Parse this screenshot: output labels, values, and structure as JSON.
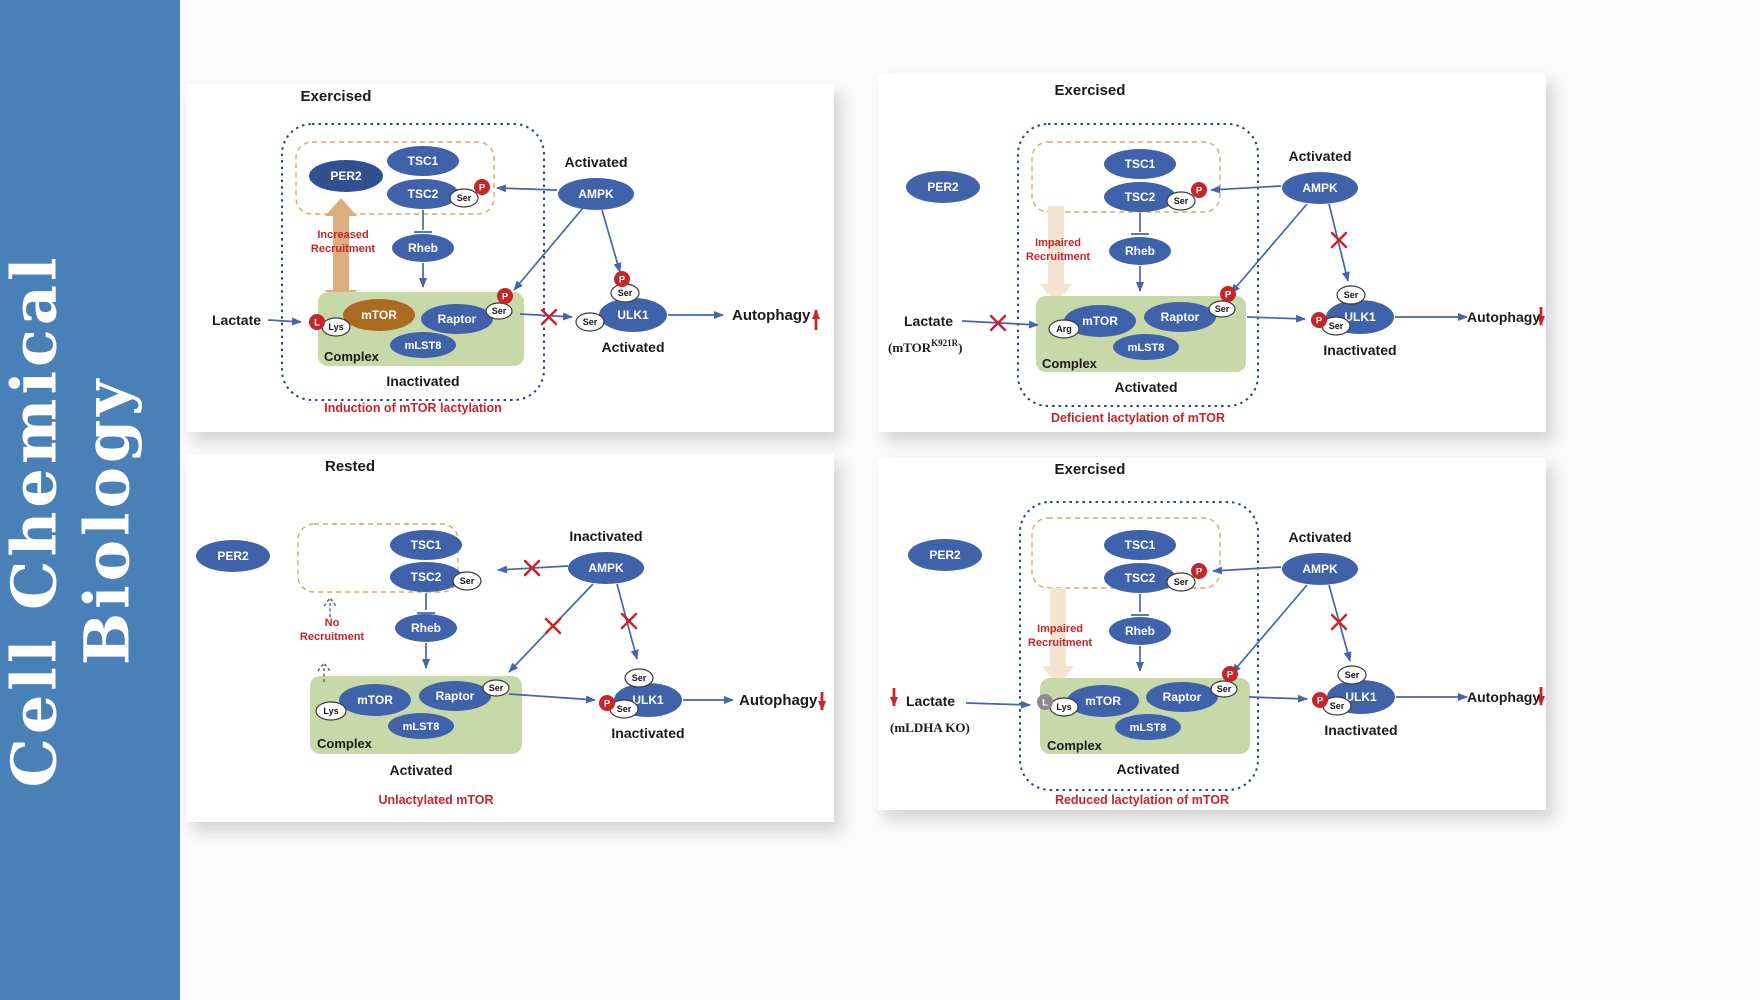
{
  "sidebar": {
    "journal_line1": "Cell Chemical",
    "journal_line2": "Biology",
    "bg_color": "#4a80b8"
  },
  "colors": {
    "protein_blue": "#3f62ab",
    "per2_navy": "#31508f",
    "mtor_brown": "#aa6a20",
    "complex_green": "#c8d9a9",
    "phospho_red": "#c6252c",
    "recruit_tan": "#dcae7e",
    "recruit_tan_faded": "#f3e4d1",
    "boundary_navy": "#24498e",
    "dashed_orange": "#d8a668",
    "lactyl_gray": "#8b8b8b"
  },
  "panels": [
    {
      "condition": "Exercised",
      "per2": "PER2",
      "tsc1": "TSC1",
      "tsc2": "TSC2",
      "tsc2_site": "Ser",
      "tsc2_p": "P",
      "ampk": "AMPK",
      "ampk_state": "Activated",
      "recruit1": "Increased",
      "recruit2": "Recruitment",
      "rheb": "Rheb",
      "lactate": "Lactate",
      "mtor": "mTOR",
      "mtor_badge": "L",
      "mtor_site": "Lys",
      "raptor": "Raptor",
      "raptor_site": "Ser",
      "raptor_p": "P",
      "mlst8": "mLST8",
      "complex": "Complex",
      "complex_state": "Inactivated",
      "ulk1": "ULK1",
      "ulk1_p_top": "P",
      "ulk1_site_top": "Ser",
      "ulk1_site_left": "Ser",
      "ulk1_state": "Activated",
      "autophagy": "Autophagy",
      "autophagy_direction": "up",
      "caption": "Induction of mTOR lactylation"
    },
    {
      "condition": "Exercised",
      "per2": "PER2",
      "tsc1": "TSC1",
      "tsc2": "TSC2",
      "tsc2_site": "Ser",
      "tsc2_p": "P",
      "ampk": "AMPK",
      "ampk_state": "Activated",
      "recruit1": "Impaired",
      "recruit2": "Recruitment",
      "rheb": "Rheb",
      "lactate": "Lactate",
      "genotype_pre": "(mTOR",
      "genotype_sup": "K921R",
      "genotype_post": ")",
      "mtor": "mTOR",
      "mtor_site": "Arg",
      "raptor": "Raptor",
      "raptor_site": "Ser",
      "raptor_p": "P",
      "mlst8": "mLST8",
      "complex": "Complex",
      "complex_state": "Activated",
      "ulk1": "ULK1",
      "ulk1_site_top": "Ser",
      "ulk1_p_left": "P",
      "ulk1_site_left": "Ser",
      "ulk1_state": "Inactivated",
      "autophagy": "Autophagy",
      "autophagy_direction": "down",
      "caption": "Deficient lactylation of mTOR"
    },
    {
      "condition": "Rested",
      "per2": "PER2",
      "tsc1": "TSC1",
      "tsc2": "TSC2",
      "tsc2_site": "Ser",
      "ampk": "AMPK",
      "ampk_state": "Inactivated",
      "recruit1": "No",
      "recruit2": "Recruitment",
      "rheb": "Rheb",
      "mtor": "mTOR",
      "mtor_site": "Lys",
      "raptor": "Raptor",
      "raptor_site": "Ser",
      "mlst8": "mLST8",
      "complex": "Complex",
      "complex_state": "Activated",
      "ulk1": "ULK1",
      "ulk1_site_top": "Ser",
      "ulk1_p_left": "P",
      "ulk1_site_left": "Ser",
      "ulk1_state": "Inactivated",
      "autophagy": "Autophagy",
      "autophagy_direction": "down",
      "caption": "Unlactylated mTOR"
    },
    {
      "condition": "Exercised",
      "per2": "PER2",
      "tsc1": "TSC1",
      "tsc2": "TSC2",
      "tsc2_site": "Ser",
      "tsc2_p": "P",
      "ampk": "AMPK",
      "ampk_state": "Activated",
      "recruit1": "Impaired",
      "recruit2": "Recruitment",
      "rheb": "Rheb",
      "lactate": "Lactate",
      "genotype": "(mLDHA KO)",
      "mtor": "mTOR",
      "mtor_badge": "L",
      "mtor_site": "Lys",
      "raptor": "Raptor",
      "raptor_site": "Ser",
      "raptor_p": "P",
      "mlst8": "mLST8",
      "complex": "Complex",
      "complex_state": "Activated",
      "ulk1": "ULK1",
      "ulk1_site_top": "Ser",
      "ulk1_p_left": "P",
      "ulk1_site_left": "Ser",
      "ulk1_state": "Inactivated",
      "autophagy": "Autophagy",
      "autophagy_direction": "down",
      "caption": "Reduced lactylation of mTOR"
    }
  ]
}
